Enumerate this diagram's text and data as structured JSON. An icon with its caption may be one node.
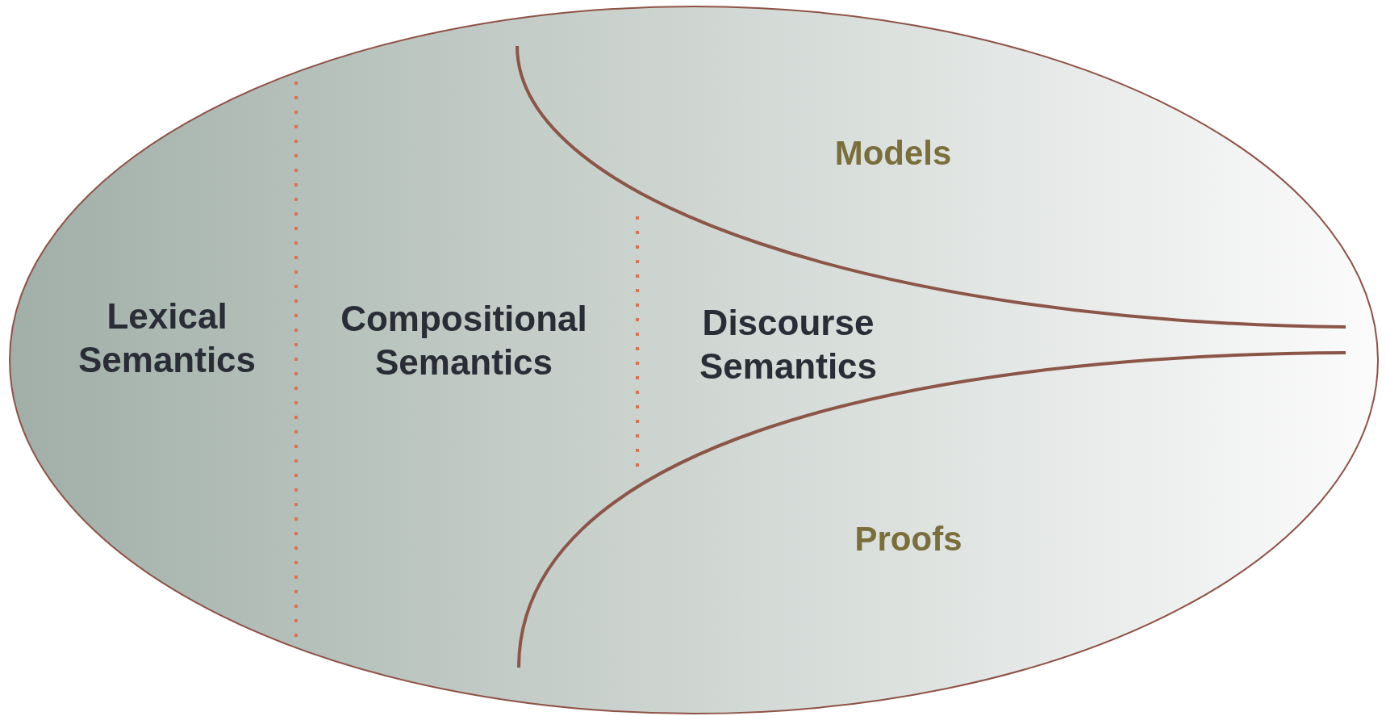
{
  "diagram": {
    "labels": [
      "Lexical Semantics",
      "Compositional Semantics",
      "Discourse Semantics",
      "Models",
      "Proofs"
    ]
  }
}
